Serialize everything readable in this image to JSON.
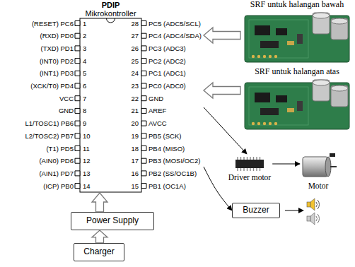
{
  "diagram": {
    "nodes": [
      {
        "text": [
          "PDIP",
          "Mikrokontroller"
        ]
      },
      {
        "text": [
          "SRF untuk halangan bawah"
        ]
      },
      {
        "text": [
          "SRF untuk halangan atas"
        ]
      },
      {
        "text": [
          "Driver motor"
        ]
      },
      {
        "text": [
          "Motor"
        ]
      },
      {
        "text": [
          "Buzzer"
        ]
      },
      {
        "text": [
          "Power Supply"
        ]
      },
      {
        "text": [
          "Charger"
        ]
      }
    ],
    "edges": [
      {
        "from": 1,
        "to": 0,
        "arrow": "to"
      },
      {
        "from": 2,
        "to": 0,
        "arrow": "to"
      },
      {
        "from": 0,
        "to": 3,
        "arrow": "to"
      },
      {
        "from": 3,
        "to": 4,
        "arrow": "to"
      },
      {
        "from": 0,
        "to": 5,
        "arrow": "to"
      },
      {
        "from": 6,
        "to": 0,
        "arrow": "to"
      },
      {
        "from": 7,
        "to": 6,
        "arrow": "to"
      }
    ],
    "labels": [
      "(RESET) PC6",
      "(RXD) PD0",
      "(TXD) PD1",
      "(INT0) PD2",
      "(INT1) PD3",
      "(XCK/T0) PD4",
      "VCC",
      "GND",
      "L1/TOSC1) PB6",
      "L2/TOSC2) PB7",
      "(T1) PD5",
      "(AIN0) PD6",
      "(AIN1) PD7",
      "(ICP) PB0",
      "1",
      "2",
      "3",
      "4",
      "5",
      "6",
      "7",
      "8",
      "9",
      "10",
      "11",
      "12",
      "13",
      "14",
      "28",
      "27",
      "26",
      "25",
      "24",
      "23",
      "22",
      "21",
      "20",
      "19",
      "18",
      "17",
      "16",
      "15",
      "PC5 (ADC5/SCL)",
      "PC4 (ADC4/SDA)",
      "PC3 (ADC3)",
      "PC2 (ADC2)",
      "PC1 (ADC1)",
      "PC0 (ADC0)",
      "GND",
      "AREF",
      "AVCC",
      "PB5 (SCK)",
      "PB4 (MISO)",
      "PB3 (MOSI/OC2)",
      "PB2 (SS/OC1B)",
      "PB1 (OC1A)"
    ]
  }
}
